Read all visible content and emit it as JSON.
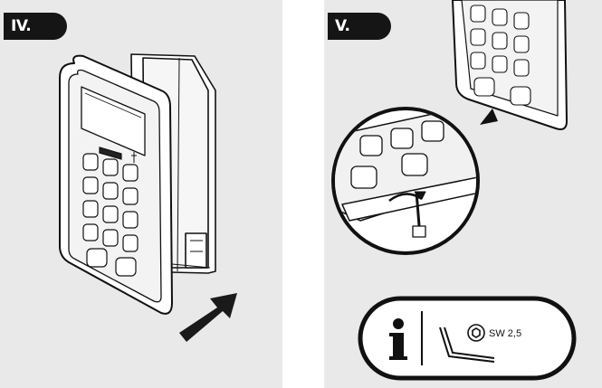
{
  "steps": [
    {
      "label": "IV."
    },
    {
      "label": "V."
    }
  ],
  "info_box": {
    "tool_size": "SW 2,5"
  },
  "colors": {
    "panel_bg": "#e9e9e9",
    "ink": "#151515",
    "arrow": "#1a1a1a"
  }
}
